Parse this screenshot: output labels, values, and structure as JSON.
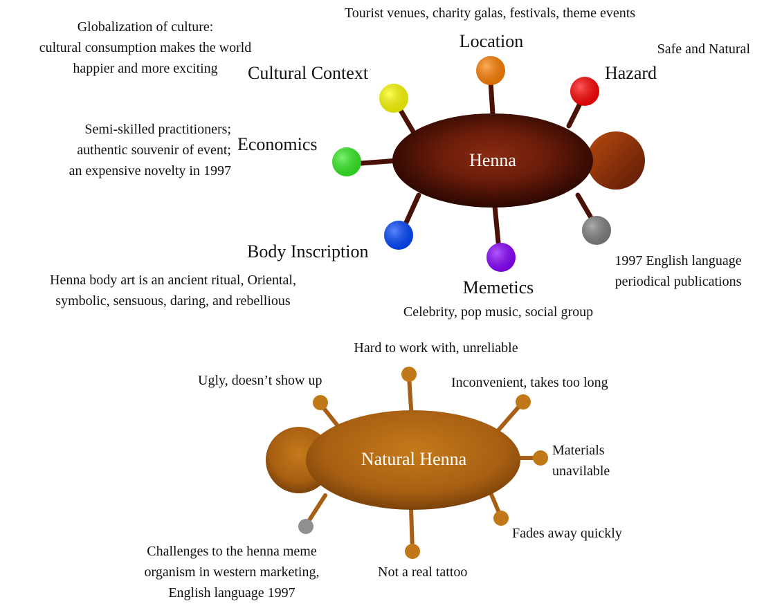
{
  "henna": {
    "title": "Henna",
    "branches": [
      {
        "key": "location",
        "label": "Location",
        "desc": [
          "Tourist venues, charity galas, festivals, theme events"
        ],
        "color": "#ff7f00"
      },
      {
        "key": "hazard",
        "label": "Hazard",
        "desc": [
          "Safe and Natural"
        ],
        "color": "#ff0000"
      },
      {
        "key": "cultural_context",
        "label": "Cultural Context",
        "desc": [
          "Globalization of culture:",
          "cultural consumption makes the world",
          "happier and more exciting"
        ],
        "color": "#ffff00"
      },
      {
        "key": "economics",
        "label": "Economics",
        "desc": [
          "Semi-skilled practitioners;",
          "authentic souvenir of event;",
          "an expensive novelty in 1997"
        ],
        "color": "#33ee22"
      },
      {
        "key": "body_inscription",
        "label": "Body Inscription",
        "desc": [
          "Henna body art is an ancient ritual, Oriental,",
          "symbolic, sensuous, daring, and rebellious"
        ],
        "color": "#0044ff"
      },
      {
        "key": "memetics",
        "label": "Memetics",
        "desc": [
          "Celebrity, pop music, social group"
        ],
        "color": "#8800ff"
      },
      {
        "key": "publications",
        "label": "",
        "desc": [
          "1997 English language",
          "periodical publications"
        ],
        "color": "#808080"
      }
    ]
  },
  "natural_henna": {
    "title": "Natural Henna",
    "branches": [
      {
        "key": "hard",
        "desc": [
          "Hard to work with, unreliable"
        ]
      },
      {
        "key": "ugly",
        "desc": [
          "Ugly, doesn’t show up"
        ]
      },
      {
        "key": "inconvenient",
        "desc": [
          "Inconvenient, takes too long"
        ]
      },
      {
        "key": "materials",
        "desc": [
          "Materials",
          "unavilable"
        ]
      },
      {
        "key": "fades",
        "desc": [
          "Fades away quickly"
        ]
      },
      {
        "key": "not_tattoo",
        "desc": [
          "Not a real tattoo"
        ]
      },
      {
        "key": "challenges",
        "desc": [
          "Challenges to the henna meme",
          "organism in western marketing,",
          "English language 1997"
        ]
      }
    ],
    "gray_node_color": "#909090",
    "node_color": "#c07818"
  }
}
